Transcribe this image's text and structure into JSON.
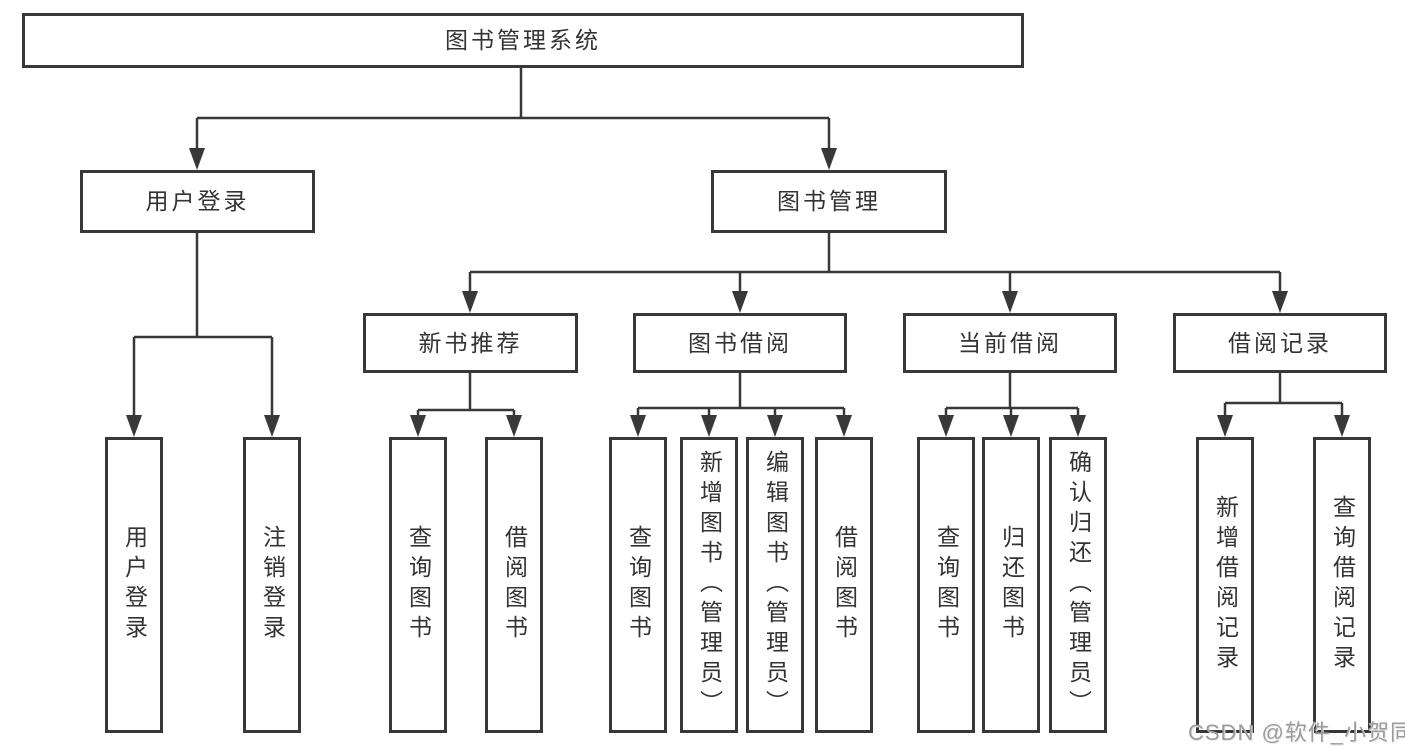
{
  "diagram": {
    "type": "hierarchy-tree",
    "title": "图书管理系统",
    "colors": {
      "background": "#ffffff",
      "line": "#383838",
      "box_border": "#383838",
      "box_fill": "#ffffff",
      "text": "#333333",
      "watermark": "#9c9c9c"
    },
    "nodes": {
      "root": {
        "label": "图书管理系统"
      },
      "user_login": {
        "label": "用户登录"
      },
      "book_mgmt": {
        "label": "图书管理"
      },
      "new_book_rec": {
        "label": "新书推荐"
      },
      "book_borrow": {
        "label": "图书借阅"
      },
      "current_borrow": {
        "label": "当前借阅"
      },
      "borrow_record": {
        "label": "借阅记录"
      },
      "leaf_user_login": {
        "label": "用户登录"
      },
      "leaf_logout": {
        "label": "注销登录"
      },
      "leaf_query_book_1": {
        "label": "查询图书"
      },
      "leaf_borrow_book_1": {
        "label": "借阅图书"
      },
      "leaf_query_book_2": {
        "label": "查询图书"
      },
      "leaf_add_book": {
        "label": "新增图书（管理员）"
      },
      "leaf_edit_book": {
        "label": "编辑图书（管理员）"
      },
      "leaf_borrow_book_2": {
        "label": "借阅图书"
      },
      "leaf_query_book_3": {
        "label": "查询图书"
      },
      "leaf_return_book": {
        "label": "归还图书"
      },
      "leaf_confirm_return": {
        "label": "确认归还（管理员）"
      },
      "leaf_add_record": {
        "label": "新增借阅记录"
      },
      "leaf_query_record": {
        "label": "查询借阅记录"
      }
    },
    "structure": {
      "root": "图书管理系统",
      "children": [
        {
          "label": "用户登录",
          "children": [
            "用户登录",
            "注销登录"
          ]
        },
        {
          "label": "图书管理",
          "children": [
            {
              "label": "新书推荐",
              "children": [
                "查询图书",
                "借阅图书"
              ]
            },
            {
              "label": "图书借阅",
              "children": [
                "查询图书",
                "新增图书（管理员）",
                "编辑图书（管理员）",
                "借阅图书"
              ]
            },
            {
              "label": "当前借阅",
              "children": [
                "查询图书",
                "归还图书",
                "确认归还（管理员）"
              ]
            },
            {
              "label": "借阅记录",
              "children": [
                "新增借阅记录",
                "查询借阅记录"
              ]
            }
          ]
        }
      ]
    },
    "watermark": "CSDN @软件_小贺同学"
  }
}
